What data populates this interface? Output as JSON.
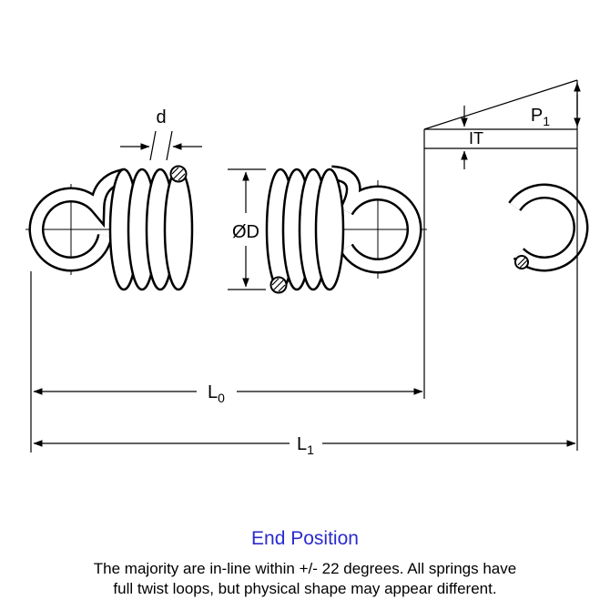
{
  "diagram": {
    "wire_diameter_label": "d",
    "outer_diameter_label": "ØD",
    "free_length": {
      "main": "L",
      "sub": "0"
    },
    "extended_length": {
      "main": "L",
      "sub": "1"
    },
    "load": {
      "main": "P",
      "sub": "1"
    },
    "initial_tension_label": "IT"
  },
  "footer": {
    "title": "End Position",
    "note_line1": "The majority are in-line within +/- 22 degrees. All springs have",
    "note_line2": "full twist loops, but physical shape may appear different."
  },
  "colors": {
    "line": "#000000",
    "title_blue": "#2a2ad2"
  }
}
